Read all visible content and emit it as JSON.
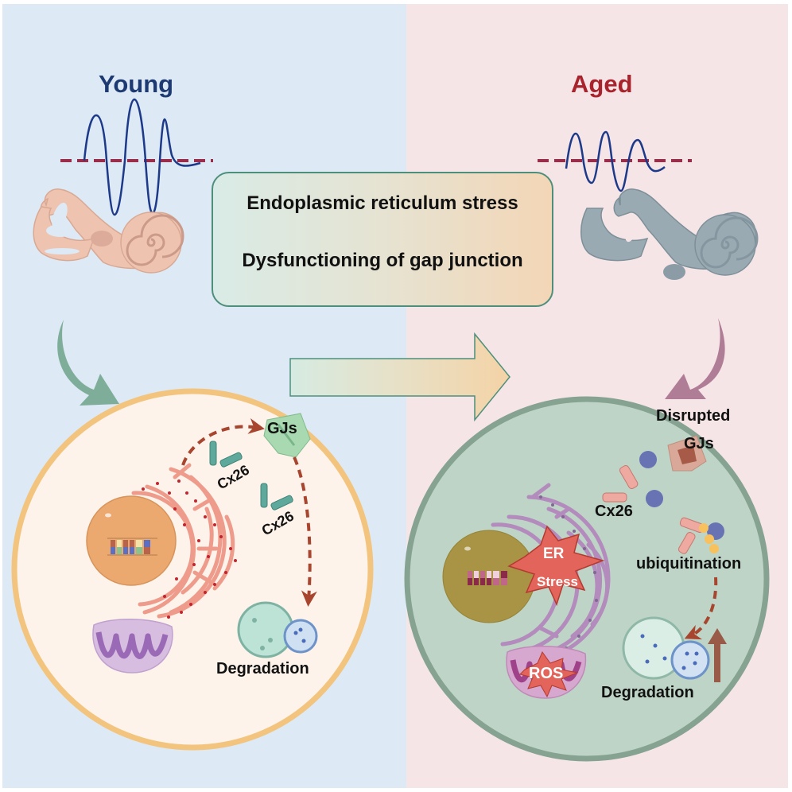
{
  "figure": {
    "type": "graphical-abstract",
    "colors": {
      "young_bg": "#dde9f4",
      "aged_bg": "#f5e5e7",
      "young_title": "#1d3a73",
      "aged_title": "#a8232c",
      "young_cell_membrane": "#f2c47e",
      "aged_cell_membrane": "#86a291",
      "flow_arrow": "#a8452f"
    }
  },
  "young": {
    "title": "Young",
    "labels": {
      "gap_junctions": "GJs",
      "connexin_1": "Cx26",
      "connexin_2": "Cx26",
      "degradation": "Degradation"
    }
  },
  "center_box": {
    "line1": "Endoplasmic reticulum stress",
    "line2": "Dysfunctioning of gap junction"
  },
  "aged": {
    "title": "Aged",
    "labels": {
      "disrupted_gjs_line1": "Disrupted",
      "disrupted_gjs_line2": "GJs",
      "connexin": "Cx26",
      "ubiquitination": "ubiquitination",
      "er_stress_line1": "ER",
      "er_stress_line2": "Stress",
      "ros": "ROS",
      "degradation": "Degradation"
    }
  }
}
